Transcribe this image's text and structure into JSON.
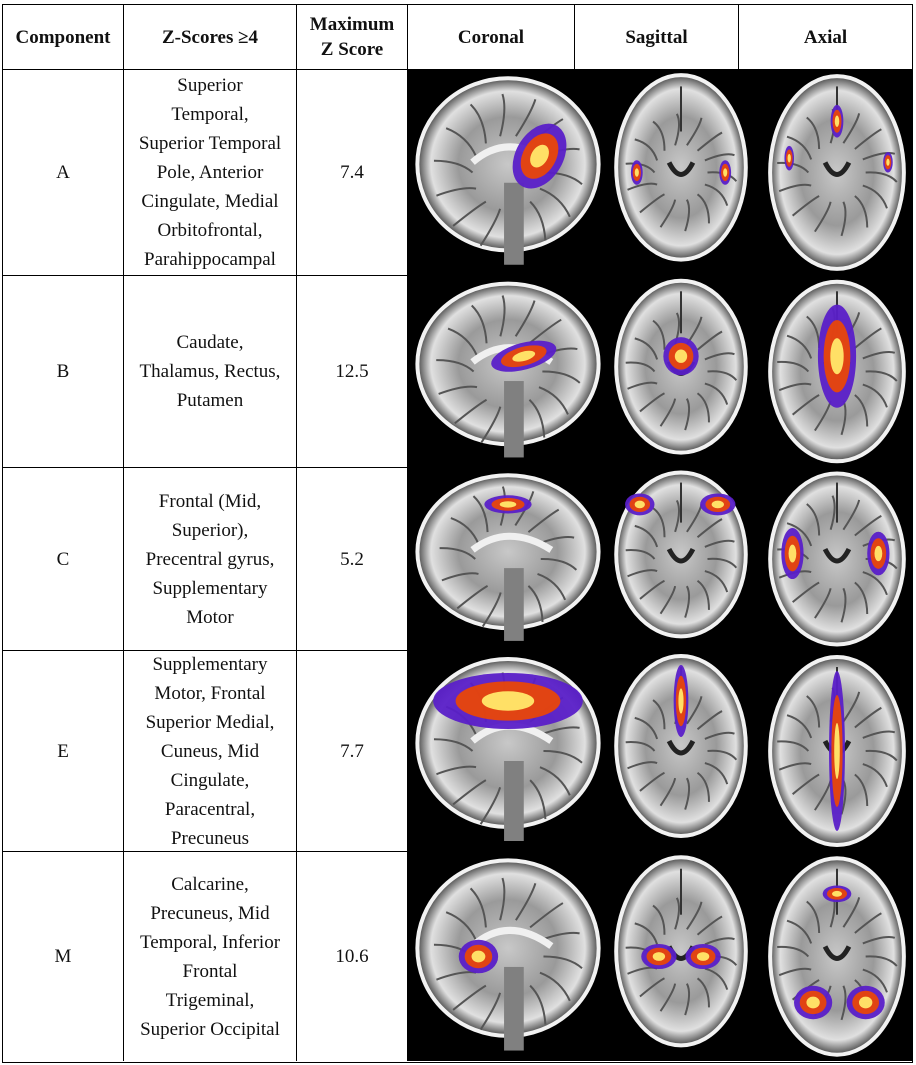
{
  "headers": {
    "component": "Component",
    "zscores": "Z-Scores ≥4",
    "max_line1": "Maximum",
    "max_line2": "Z Score",
    "coronal": "Coronal",
    "sagittal": "Sagittal",
    "axial": "Axial"
  },
  "rows": [
    {
      "component": "A",
      "regions": [
        "Superior",
        "Temporal,",
        "Superior Temporal",
        "Pole, Anterior",
        "Cingulate, Medial",
        "Orbitofrontal,",
        "Parahippocampal"
      ],
      "max_z": "7.4"
    },
    {
      "component": "B",
      "regions": [
        "Caudate,",
        "Thalamus, Rectus,",
        "Putamen"
      ],
      "max_z": "12.5"
    },
    {
      "component": "C",
      "regions": [
        "Frontal (Mid,",
        "Superior),",
        "Precentral gyrus,",
        "Supplementary",
        "Motor"
      ],
      "max_z": "5.2"
    },
    {
      "component": "E",
      "regions": [
        "Supplementary",
        "Motor, Frontal",
        "Superior Medial,",
        "Cuneus, Mid",
        "Cingulate,",
        "Paracentral,",
        "Precuneus"
      ],
      "max_z": "7.7"
    },
    {
      "component": "M",
      "regions": [
        "Calcarine,",
        "Precuneus, Mid",
        "Temporal, Inferior",
        "Frontal",
        "Trigeminal,",
        "Superior Occipital"
      ],
      "max_z": "10.6"
    }
  ],
  "colors": {
    "activation_core": "#ffe066",
    "activation_mid": "#e8460a",
    "activation_edge": "#5a1fc8",
    "background": "#000000"
  }
}
